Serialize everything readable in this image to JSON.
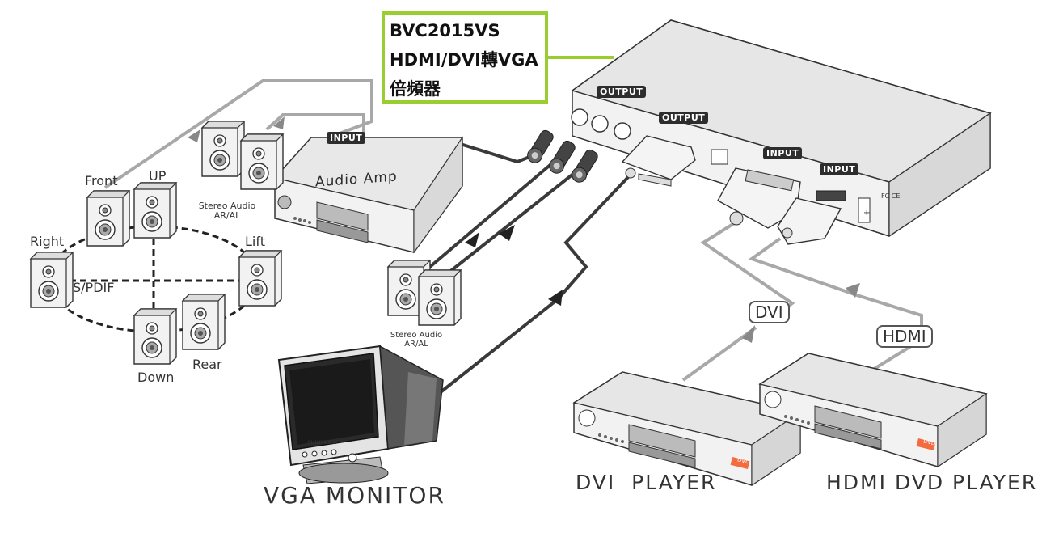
{
  "device": {
    "title_line1": "BVC2015VS",
    "title_line2": "HDMI/DVI轉VGA",
    "title_line3": "倍頻器"
  },
  "tags": {
    "output_left": "OUTPUT",
    "output_right": "OUTPUT",
    "input_amp": "INPUT",
    "input_dvi": "INPUT",
    "input_hdmi": "INPUT"
  },
  "audio": {
    "amp_label": "Audio Amp",
    "stereo_top_line1": "Stereo Audio",
    "stereo_top_line2": "AR/AL",
    "stereo_bottom_line1": "Stereo Audio",
    "stereo_bottom_line2": "AR/AL",
    "spdif": "S/PDIF"
  },
  "speakers": {
    "front": "Front",
    "up": "UP",
    "right": "Right",
    "lift": "Lift",
    "down": "Down",
    "rear": "Rear"
  },
  "cables": {
    "dvi": "DVI",
    "hdmi": "HDMI"
  },
  "devices": {
    "monitor": "VGA MONITOR",
    "dvi_player": "DVI  PLAYER",
    "hdmi_player": "HDMI DVD PLAYER",
    "dvd_badge": "DVD",
    "monitor_brand": "SHINYBOW"
  },
  "colors": {
    "accent": "#9acd32",
    "line_dark": "#3a3a3a",
    "line_gray": "#9e9e9e"
  }
}
